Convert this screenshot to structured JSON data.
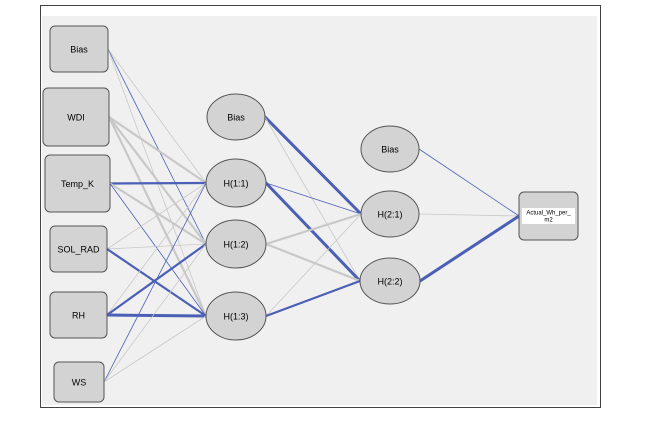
{
  "network": {
    "input_nodes": [
      {
        "id": "in_bias",
        "label": "Bias"
      },
      {
        "id": "in_wdi",
        "label": "WDI"
      },
      {
        "id": "in_temp",
        "label": "Temp_K"
      },
      {
        "id": "in_solrad",
        "label": "SOL_RAD"
      },
      {
        "id": "in_rh",
        "label": "RH"
      },
      {
        "id": "in_ws",
        "label": "WS"
      }
    ],
    "hidden1_nodes": [
      {
        "id": "h1_bias",
        "label": "Bias"
      },
      {
        "id": "h11",
        "label": "H(1:1)"
      },
      {
        "id": "h12",
        "label": "H(1:2)"
      },
      {
        "id": "h13",
        "label": "H(1:3)"
      }
    ],
    "hidden2_nodes": [
      {
        "id": "h2_bias",
        "label": "Bias"
      },
      {
        "id": "h21",
        "label": "H(2:1)"
      },
      {
        "id": "h22",
        "label": "H(2:2)"
      }
    ],
    "output_nodes": [
      {
        "id": "out",
        "label_line1": "Actual_Wh_per_",
        "label_line2": "m2"
      }
    ],
    "colors": {
      "positive_weight": "#c8c8c8",
      "negative_weight": "#4a5fb5",
      "node_fill": "#d3d3d3",
      "node_stroke": "#555555",
      "panel_fill": "#f0f0f0",
      "frame_stroke": "#444444"
    },
    "connections": [
      {
        "from": "in_bias",
        "to": "h11",
        "sign": "positive",
        "weight": 1
      },
      {
        "from": "in_bias",
        "to": "h12",
        "sign": "negative",
        "weight": 1
      },
      {
        "from": "in_bias",
        "to": "h13",
        "sign": "positive",
        "weight": 1
      },
      {
        "from": "in_wdi",
        "to": "h11",
        "sign": "positive",
        "weight": 2
      },
      {
        "from": "in_wdi",
        "to": "h12",
        "sign": "positive",
        "weight": 2
      },
      {
        "from": "in_wdi",
        "to": "h13",
        "sign": "positive",
        "weight": 2
      },
      {
        "from": "in_temp",
        "to": "h11",
        "sign": "negative",
        "weight": 2
      },
      {
        "from": "in_temp",
        "to": "h12",
        "sign": "positive",
        "weight": 2
      },
      {
        "from": "in_temp",
        "to": "h13",
        "sign": "negative",
        "weight": 1
      },
      {
        "from": "in_solrad",
        "to": "h11",
        "sign": "positive",
        "weight": 1
      },
      {
        "from": "in_solrad",
        "to": "h12",
        "sign": "positive",
        "weight": 1
      },
      {
        "from": "in_solrad",
        "to": "h13",
        "sign": "negative",
        "weight": 2
      },
      {
        "from": "in_rh",
        "to": "h11",
        "sign": "positive",
        "weight": 1
      },
      {
        "from": "in_rh",
        "to": "h12",
        "sign": "negative",
        "weight": 2
      },
      {
        "from": "in_rh",
        "to": "h13",
        "sign": "negative",
        "weight": 3
      },
      {
        "from": "in_ws",
        "to": "h11",
        "sign": "negative",
        "weight": 1
      },
      {
        "from": "in_ws",
        "to": "h12",
        "sign": "positive",
        "weight": 1
      },
      {
        "from": "in_ws",
        "to": "h13",
        "sign": "positive",
        "weight": 1
      },
      {
        "from": "h1_bias",
        "to": "h21",
        "sign": "negative",
        "weight": 3
      },
      {
        "from": "h1_bias",
        "to": "h22",
        "sign": "positive",
        "weight": 1
      },
      {
        "from": "h11",
        "to": "h21",
        "sign": "negative",
        "weight": 1
      },
      {
        "from": "h11",
        "to": "h22",
        "sign": "negative",
        "weight": 3
      },
      {
        "from": "h12",
        "to": "h21",
        "sign": "positive",
        "weight": 2
      },
      {
        "from": "h12",
        "to": "h22",
        "sign": "positive",
        "weight": 2
      },
      {
        "from": "h13",
        "to": "h21",
        "sign": "positive",
        "weight": 1
      },
      {
        "from": "h13",
        "to": "h22",
        "sign": "negative",
        "weight": 2
      },
      {
        "from": "h2_bias",
        "to": "out",
        "sign": "negative",
        "weight": 1
      },
      {
        "from": "h21",
        "to": "out",
        "sign": "positive",
        "weight": 1
      },
      {
        "from": "h22",
        "to": "out",
        "sign": "negative",
        "weight": 3
      }
    ]
  }
}
